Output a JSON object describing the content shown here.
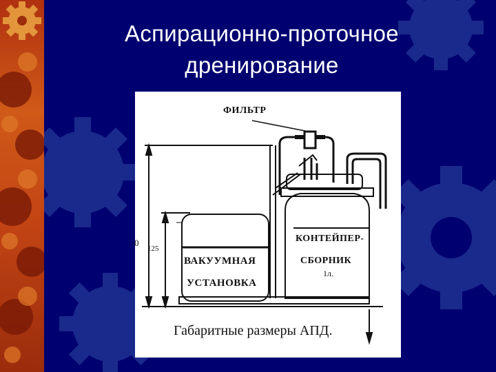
{
  "slide": {
    "title_line1": "Аспирационно-проточное",
    "title_line2": "дренирование"
  },
  "figure": {
    "label_filter": "ФИЛЬТР",
    "label_vacuum_line1": "ВАКУУМНАЯ",
    "label_vacuum_line2": "УСТАНОВКА",
    "label_container_line1": "КОНТЕЙПЕР-",
    "label_container_line2": "СБОРНИК",
    "label_volume": "1л.",
    "dim_125": "125",
    "dim_left": "0",
    "caption": "Габаритные размеры АПД."
  },
  "colors": {
    "background": "#000070",
    "gear": "#1a2a8c",
    "left_strip": "#c24414",
    "title_text": "#ffffff",
    "figure_bg": "#ffffff",
    "line": "#111111"
  },
  "icons": [
    "gear-icon"
  ]
}
